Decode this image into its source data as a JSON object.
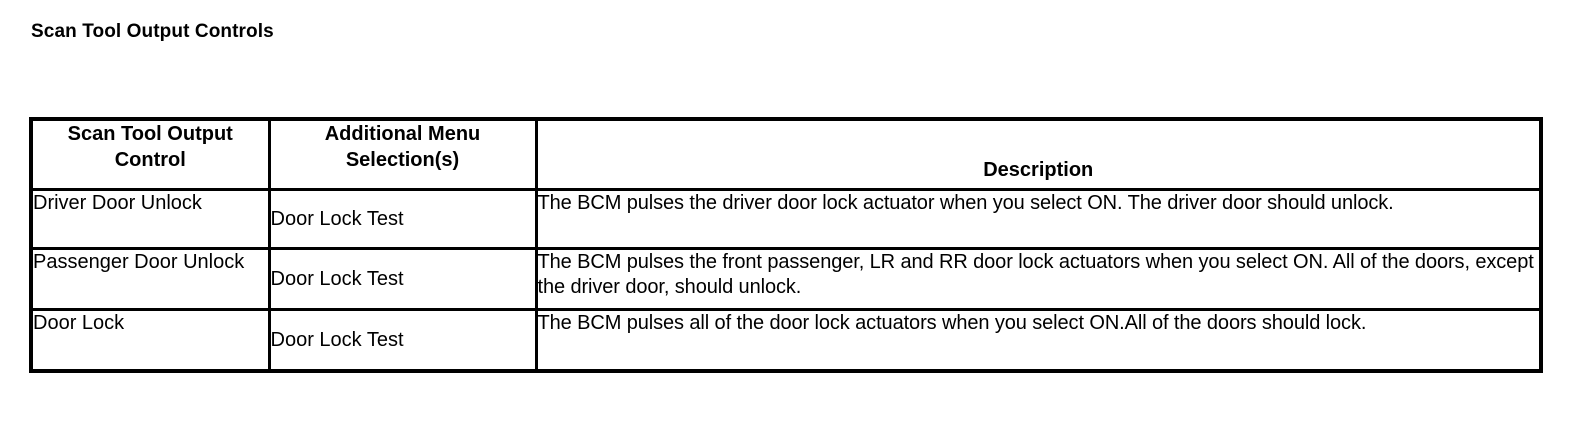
{
  "document": {
    "title": "Scan Tool Output Controls"
  },
  "table": {
    "headers": [
      {
        "id": "scan-tool-output-control",
        "line1": "Scan Tool Output",
        "line2": "Control"
      },
      {
        "id": "additional-menu-selections",
        "line1": "Additional Menu",
        "line2": "Selection(s)"
      },
      {
        "id": "description",
        "line1": "Description",
        "line2": ""
      }
    ],
    "rows": [
      {
        "control": "Driver Door Unlock",
        "menu": "Door Lock Test",
        "description": "The BCM pulses the driver door lock actuator when you select ON. The driver door should unlock."
      },
      {
        "control": "Passenger Door Unlock",
        "menu": "Door Lock Test",
        "description": "The BCM pulses the front passenger, LR and RR door lock actuators when you select ON. All of the doors, except the driver door, should unlock."
      },
      {
        "control": "Door Lock",
        "menu": "Door Lock Test",
        "description": "The BCM pulses all of the door lock actuators when you select ON.All of the doors should lock."
      }
    ]
  },
  "colors": {
    "background": "#ffffff",
    "text": "#000000",
    "border": "#000000"
  }
}
